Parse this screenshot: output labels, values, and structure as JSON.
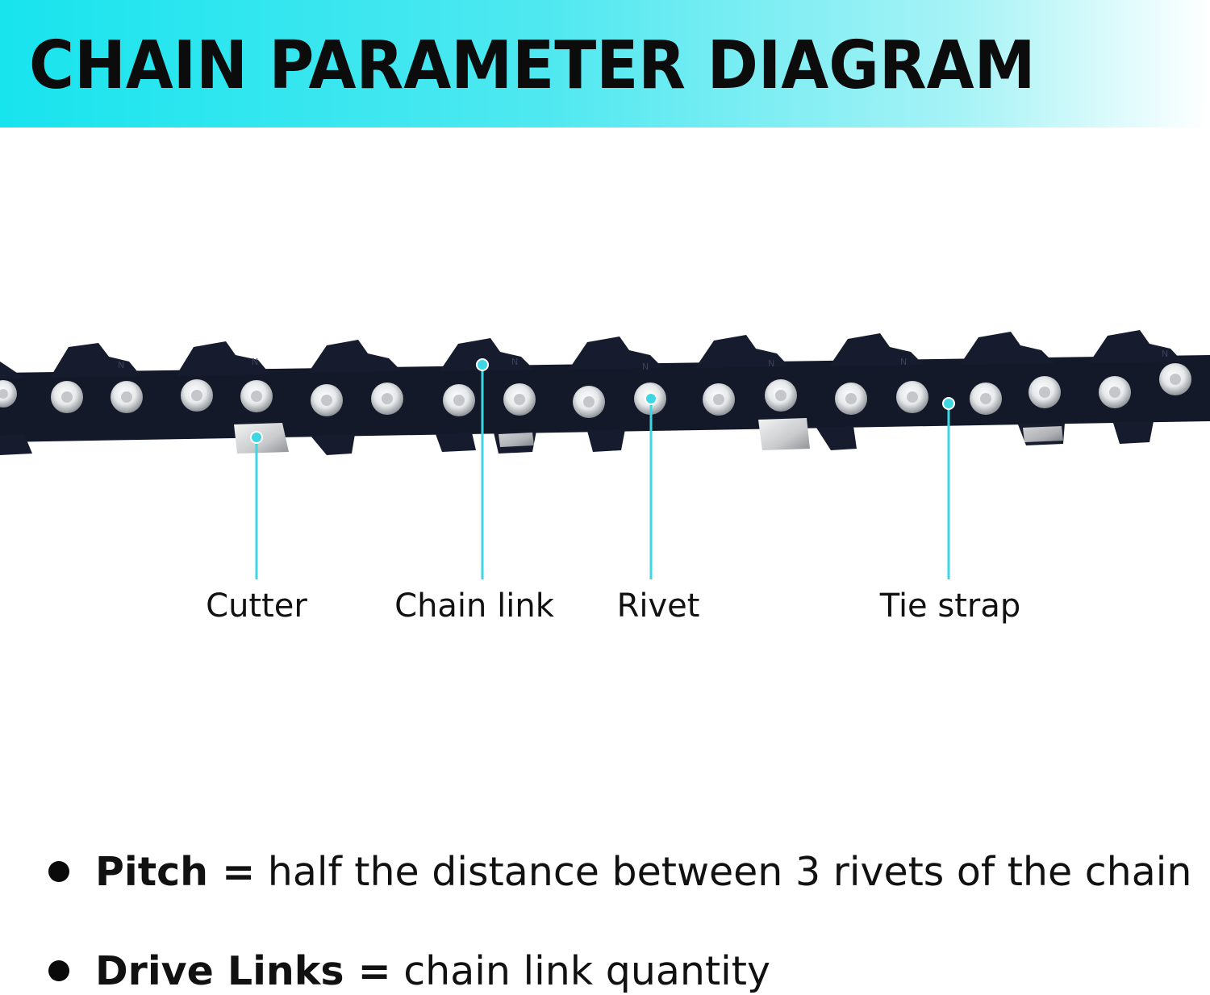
{
  "title": "CHAIN PARAMETER DIAGRAM",
  "colors": {
    "banner_accent": "#18e4ee",
    "callout_line": "#3fd6e4",
    "chain_body": "#14192a",
    "rivet": "#e6e8ea"
  },
  "callouts": [
    {
      "label": "Cutter"
    },
    {
      "label": "Chain link"
    },
    {
      "label": "Rivet"
    },
    {
      "label": "Tie strap"
    }
  ],
  "definitions": [
    {
      "term": "Pitch =",
      "text": " half the distance between 3 rivets of the chain"
    },
    {
      "term": "Drive Links =",
      "text": " chain link quantity"
    }
  ]
}
